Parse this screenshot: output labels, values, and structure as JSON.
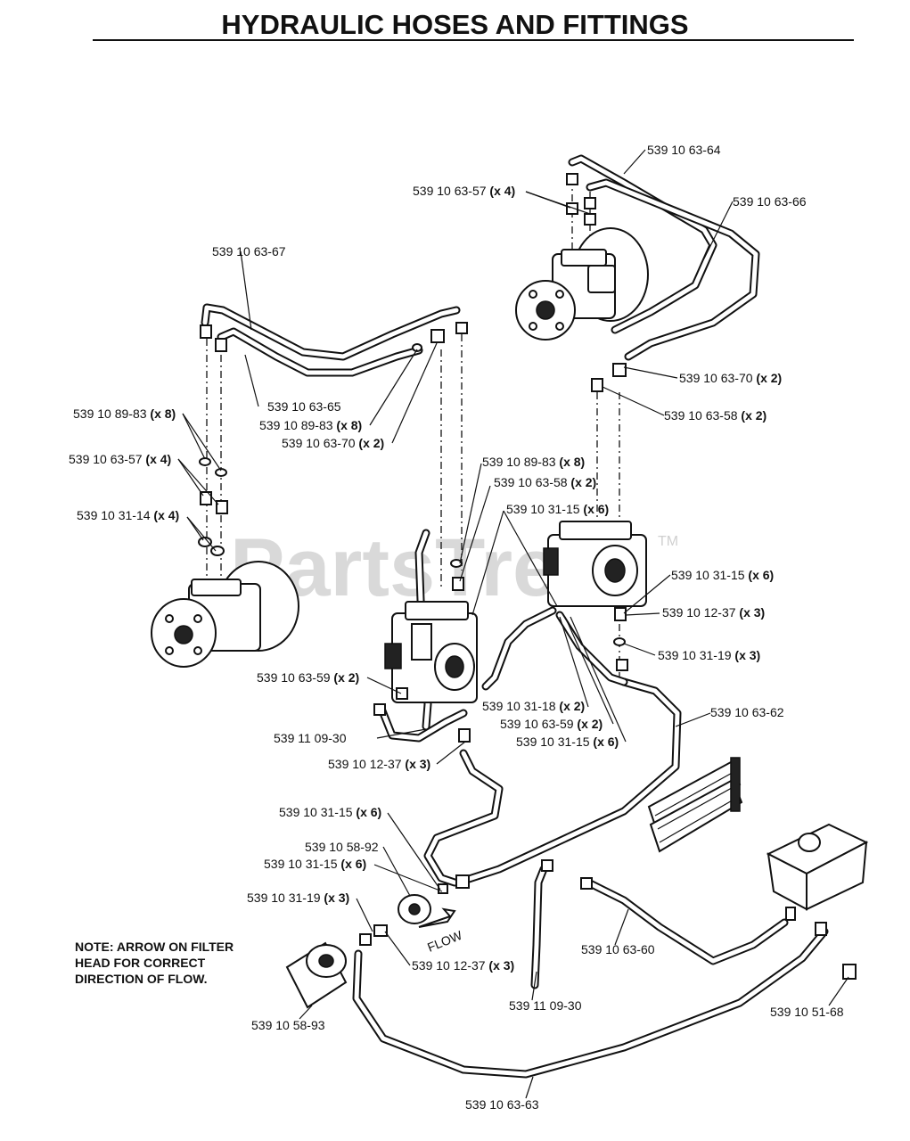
{
  "header": {
    "title": "HYDRAULIC HOSES AND FITTINGS"
  },
  "watermark": {
    "text": "PartsTree",
    "tm": "TM"
  },
  "note": {
    "line1": "NOTE: ARROW ON FILTER",
    "line2": "HEAD FOR CORRECT",
    "line3": "DIRECTION OF FLOW."
  },
  "flow_text": "FLOW",
  "callouts": [
    {
      "part": "539 10 63-64",
      "qty": ""
    },
    {
      "part": "539 10 63-57",
      "qty": "(x 4)"
    },
    {
      "part": "539 10 63-66",
      "qty": ""
    },
    {
      "part": "539 10 63-67",
      "qty": ""
    },
    {
      "part": "539 10 63-70",
      "qty": "(x 2)"
    },
    {
      "part": "539 10 63-58",
      "qty": "(x 2)"
    },
    {
      "part": "539 10 89-83",
      "qty": "(x 8)"
    },
    {
      "part": "539 10 63-65",
      "qty": ""
    },
    {
      "part": "539 10 89-83",
      "qty": "(x 8)"
    },
    {
      "part": "539 10 63-70",
      "qty": "(x 2)"
    },
    {
      "part": "539 10 63-57",
      "qty": "(x 4)"
    },
    {
      "part": "539 10 89-83",
      "qty": "(x 8)"
    },
    {
      "part": "539 10 63-58",
      "qty": "(x 2)"
    },
    {
      "part": "539 10 31-14",
      "qty": "(x 4)"
    },
    {
      "part": "539 10 31-15",
      "qty": "(x 6)"
    },
    {
      "part": "539 10 31-15",
      "qty": "(x 6)"
    },
    {
      "part": "539 10 12-37",
      "qty": "(x 3)"
    },
    {
      "part": "539 10 31-19",
      "qty": "(x 3)"
    },
    {
      "part": "539 10 63-59",
      "qty": "(x 2)"
    },
    {
      "part": "539 10 31-18",
      "qty": "(x 2)"
    },
    {
      "part": "539 10 63-62",
      "qty": ""
    },
    {
      "part": "539 10 63-59",
      "qty": "(x 2)"
    },
    {
      "part": "539 11 09-30",
      "qty": ""
    },
    {
      "part": "539 10 31-15",
      "qty": "(x 6)"
    },
    {
      "part": "539 10 12-37",
      "qty": "(x 3)"
    },
    {
      "part": "539 10 31-15",
      "qty": "(x 6)"
    },
    {
      "part": "539 10 58-92",
      "qty": ""
    },
    {
      "part": "539 10 31-15",
      "qty": "(x 6)"
    },
    {
      "part": "539 10 31-19",
      "qty": "(x 3)"
    },
    {
      "part": "539 10 12-37",
      "qty": "(x 3)"
    },
    {
      "part": "539 10 63-60",
      "qty": ""
    },
    {
      "part": "539 11 09-30",
      "qty": ""
    },
    {
      "part": "539 10 58-93",
      "qty": ""
    },
    {
      "part": "539 10 51-68",
      "qty": ""
    },
    {
      "part": "539 10 63-63",
      "qty": ""
    }
  ]
}
